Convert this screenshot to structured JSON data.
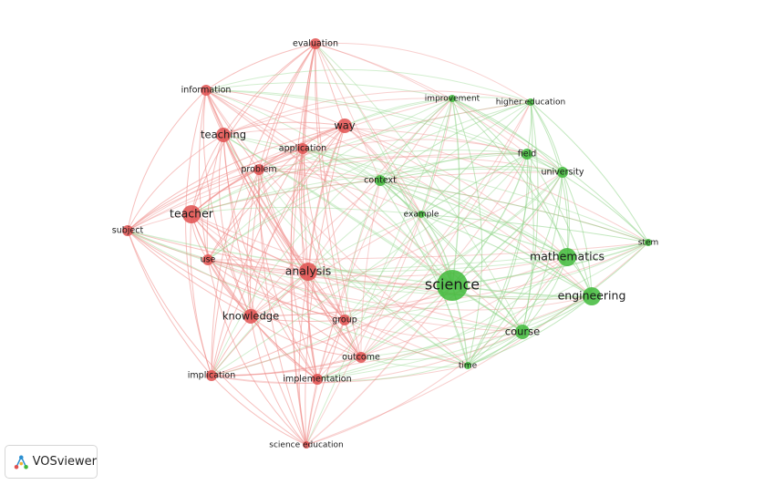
{
  "app": {
    "name": "VOSviewer"
  },
  "clusters": {
    "red": {
      "color": "#e0504f",
      "edge_color": "#ee8a86"
    },
    "green": {
      "color": "#3fba3a",
      "edge_color": "#8fd488"
    }
  },
  "nodes": [
    {
      "id": "evaluation",
      "label": "evaluation",
      "cluster": "red",
      "weight": 2
    },
    {
      "id": "information",
      "label": "information",
      "cluster": "red",
      "weight": 2
    },
    {
      "id": "teaching",
      "label": "teaching",
      "cluster": "red",
      "weight": 3
    },
    {
      "id": "way",
      "label": "way",
      "cluster": "red",
      "weight": 3
    },
    {
      "id": "application",
      "label": "application",
      "cluster": "red",
      "weight": 2
    },
    {
      "id": "problem",
      "label": "problem",
      "cluster": "red",
      "weight": 2
    },
    {
      "id": "teacher",
      "label": "teacher",
      "cluster": "red",
      "weight": 4
    },
    {
      "id": "subject",
      "label": "subject",
      "cluster": "red",
      "weight": 2
    },
    {
      "id": "use",
      "label": "use",
      "cluster": "red",
      "weight": 2
    },
    {
      "id": "analysis",
      "label": "analysis",
      "cluster": "red",
      "weight": 4
    },
    {
      "id": "knowledge",
      "label": "knowledge",
      "cluster": "red",
      "weight": 3
    },
    {
      "id": "group",
      "label": "group",
      "cluster": "red",
      "weight": 2
    },
    {
      "id": "outcome",
      "label": "outcome",
      "cluster": "red",
      "weight": 2
    },
    {
      "id": "implication",
      "label": "implication",
      "cluster": "red",
      "weight": 2
    },
    {
      "id": "implementation",
      "label": "implementation",
      "cluster": "red",
      "weight": 2
    },
    {
      "id": "science_education",
      "label": "science education",
      "cluster": "red",
      "weight": 1
    },
    {
      "id": "improvement",
      "label": "improvement",
      "cluster": "green",
      "weight": 1
    },
    {
      "id": "higher_education",
      "label": "higher education",
      "cluster": "green",
      "weight": 1
    },
    {
      "id": "field",
      "label": "field",
      "cluster": "green",
      "weight": 2
    },
    {
      "id": "university",
      "label": "university",
      "cluster": "green",
      "weight": 2
    },
    {
      "id": "context",
      "label": "context",
      "cluster": "green",
      "weight": 2
    },
    {
      "id": "example",
      "label": "example",
      "cluster": "green",
      "weight": 1
    },
    {
      "id": "stem",
      "label": "stem",
      "cluster": "green",
      "weight": 1
    },
    {
      "id": "mathematics",
      "label": "mathematics",
      "cluster": "green",
      "weight": 4
    },
    {
      "id": "science",
      "label": "science",
      "cluster": "green",
      "weight": 8
    },
    {
      "id": "engineering",
      "label": "engineering",
      "cluster": "green",
      "weight": 4
    },
    {
      "id": "course",
      "label": "course",
      "cluster": "green",
      "weight": 3
    },
    {
      "id": "time",
      "label": "time",
      "cluster": "green",
      "weight": 1
    }
  ]
}
